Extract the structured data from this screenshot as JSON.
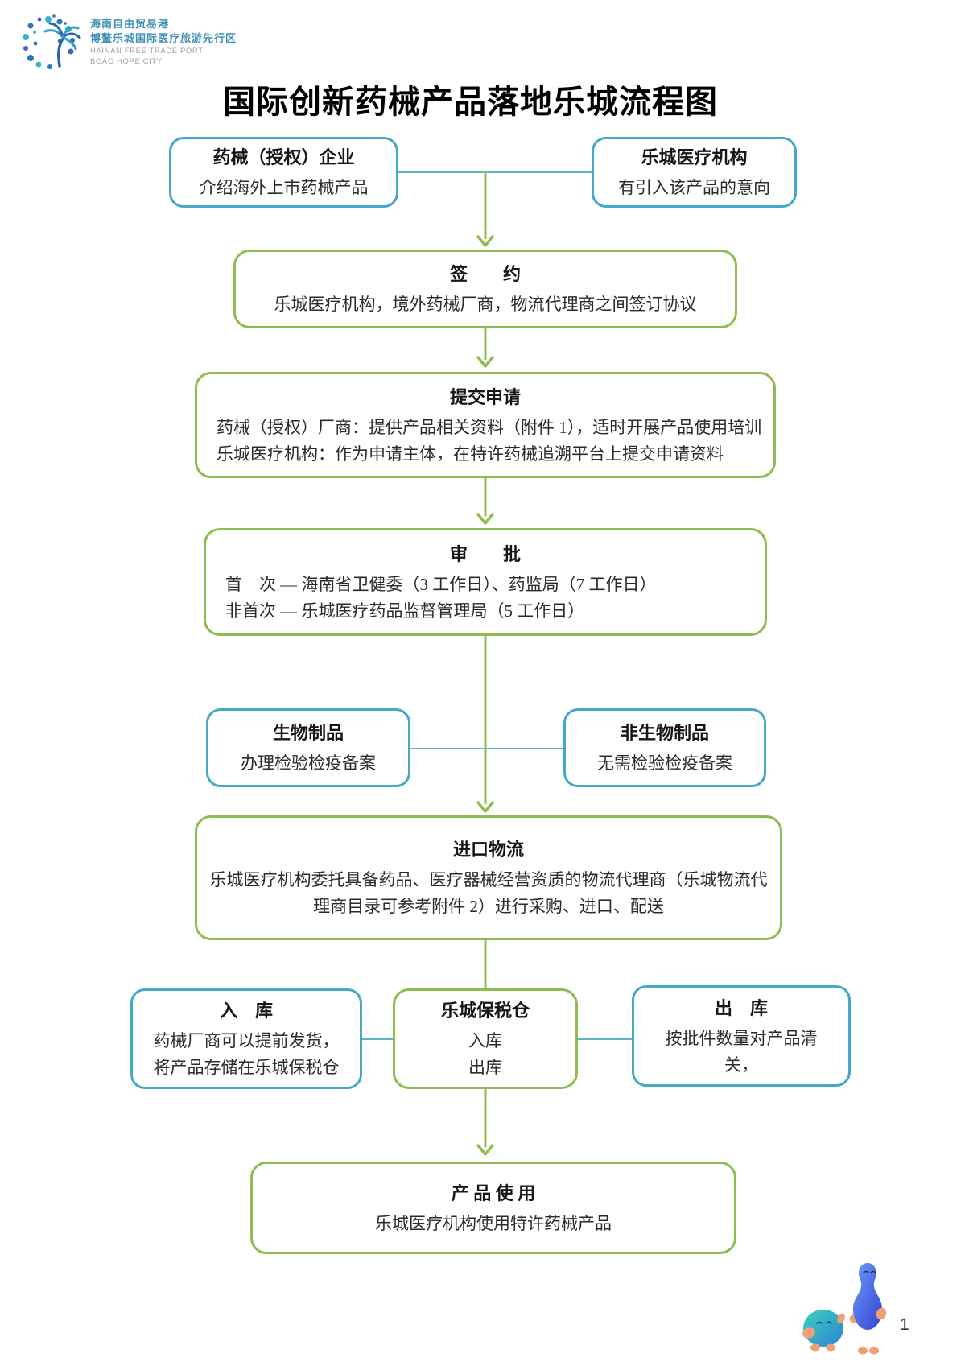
{
  "logo": {
    "line1_cn": "海南自由贸易港",
    "line2_cn": "博鳌乐城国际医疗旅游先行区",
    "line3_en": "HAINAN FREE TRADE PORT",
    "line4_en": "BOAO HOPE CITY"
  },
  "title": "国际创新药械产品落地乐城流程图",
  "colors": {
    "teal": "#45A9C5",
    "green": "#8FBC4F"
  },
  "icons": {
    "logo": "dot-ring-palm-tree-logo",
    "mascots": "teal-ball-and-blue-gourd-mascots"
  },
  "flow": {
    "device_company": {
      "title": "药械（授权）企业",
      "body": "介绍海外上市药械产品"
    },
    "lecheng_institution": {
      "title": "乐城医疗机构",
      "body": "有引入该产品的意向"
    },
    "sign": {
      "title": "签　　约",
      "body": "乐城医疗机构，境外药械厂商，物流代理商之间签订协议"
    },
    "apply": {
      "title": "提交申请",
      "body": "药械（授权）厂商：提供产品相关资料（附件 1），适时开展产品使用培训\n乐城医疗机构：作为申请主体，在特许药械追溯平台上提交申请资料"
    },
    "approval": {
      "title": "审　　批",
      "body": "首　次 — 海南省卫健委（3 工作日）、药监局（7 工作日）\n非首次 — 乐城医疗药品监督管理局（5 工作日）"
    },
    "bio": {
      "title": "生物制品",
      "body": "办理检验检疫备案"
    },
    "non_bio": {
      "title": "非生物制品",
      "body": "无需检验检疫备案"
    },
    "logistics": {
      "title": "进口物流",
      "body": "乐城医疗机构委托具备药品、医疗器械经营资质的物流代理商（乐城物流代\n理商目录可参考附件 2）进行采购、进口、配送"
    },
    "inbound": {
      "title": "入　库",
      "body": "药械厂商可以提前发货，\n将产品存储在乐城保税仓"
    },
    "warehouse": {
      "title": "乐城保税仓",
      "body": "入库\n出库"
    },
    "outbound": {
      "title": "出　库",
      "body": "按批件数量对产品清\n关，"
    },
    "product_use": {
      "title": "产 品 使 用",
      "body": "乐城医疗机构使用特许药械产品"
    }
  },
  "page": {
    "number": "1"
  }
}
